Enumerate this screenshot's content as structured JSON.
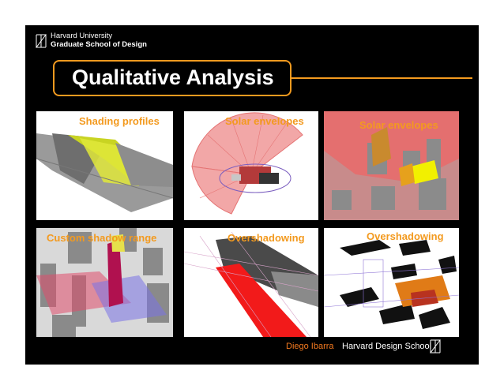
{
  "header": {
    "university": "Harvard University",
    "school": "Graduate School of Design"
  },
  "title": "Qualitative Analysis",
  "panels": [
    {
      "caption": "Shading profiles"
    },
    {
      "caption": "Solar envelopes"
    },
    {
      "caption": "Solar envelopes"
    },
    {
      "caption": "Custom shadow range"
    },
    {
      "caption": "Overshadowing"
    },
    {
      "caption": "Overshadowing"
    }
  ],
  "footer": {
    "author": "Diego Ibarra",
    "school": "Harvard Design School"
  },
  "colors": {
    "accent": "#f39a1f",
    "background": "#000000"
  }
}
